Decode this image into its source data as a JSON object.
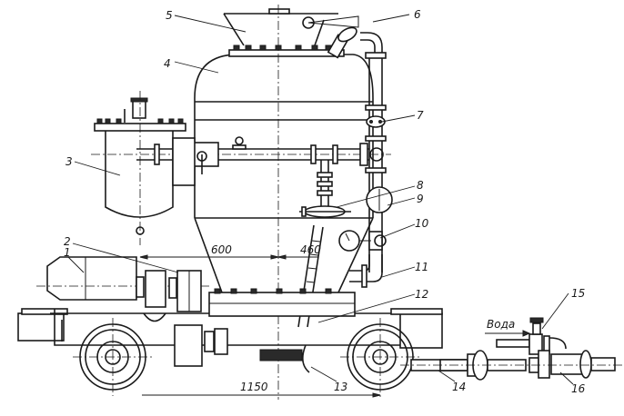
{
  "title": "Mobile pneumatic concrete-spraying unit (side view)",
  "labels": {
    "l1": "1",
    "l2": "2",
    "l3": "3",
    "l4": "4",
    "l5": "5",
    "l6": "6",
    "l7": "7",
    "l8": "8",
    "l9": "9",
    "l10": "10",
    "l11": "11",
    "l12": "12",
    "l13": "13",
    "l14": "14",
    "l15": "15",
    "l16": "16"
  },
  "dimensions": {
    "d600": "600",
    "d460": "460",
    "d1150": "1150"
  },
  "annotations": {
    "water": "Вода"
  }
}
